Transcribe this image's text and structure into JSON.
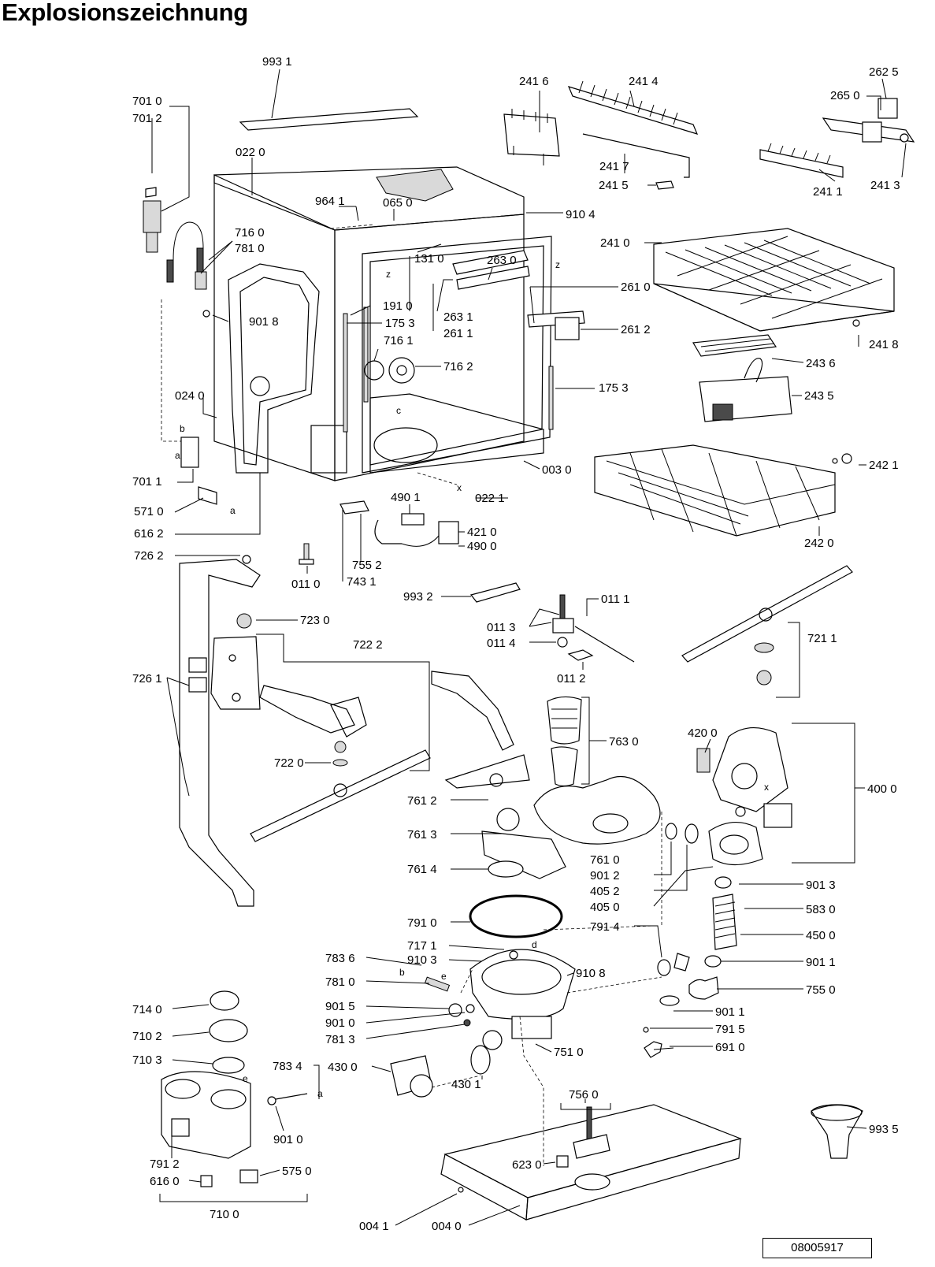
{
  "title": "Explosionszeichnung",
  "drawing_number": "08005917",
  "parts": [
    {
      "id": "p9931",
      "label": "993 1"
    },
    {
      "id": "p7010",
      "label": "701 0"
    },
    {
      "id": "p7012",
      "label": "701 2"
    },
    {
      "id": "p0220",
      "label": "022 0"
    },
    {
      "id": "p9641",
      "label": "964 1"
    },
    {
      "id": "p0650",
      "label": "065 0"
    },
    {
      "id": "p9104",
      "label": "910 4"
    },
    {
      "id": "p2416",
      "label": "241 6"
    },
    {
      "id": "p2414",
      "label": "241 4"
    },
    {
      "id": "p2417",
      "label": "241 7"
    },
    {
      "id": "p2415",
      "label": "241 5"
    },
    {
      "id": "p2625",
      "label": "262 5"
    },
    {
      "id": "p2650",
      "label": "265 0"
    },
    {
      "id": "p2411",
      "label": "241 1"
    },
    {
      "id": "p2413",
      "label": "241 3"
    },
    {
      "id": "p7160",
      "label": "716 0"
    },
    {
      "id": "p7810",
      "label": "781 0"
    },
    {
      "id": "p1310",
      "label": "131 0"
    },
    {
      "id": "p2630",
      "label": "263 0"
    },
    {
      "id": "p2410",
      "label": "241 0"
    },
    {
      "id": "p2610",
      "label": "261 0"
    },
    {
      "id": "p1910",
      "label": "191 0"
    },
    {
      "id": "p9018",
      "label": "901 8"
    },
    {
      "id": "p1753a",
      "label": "175 3"
    },
    {
      "id": "p2631",
      "label": "263 1"
    },
    {
      "id": "p2611",
      "label": "261 1"
    },
    {
      "id": "p2612",
      "label": "261 2"
    },
    {
      "id": "p2418",
      "label": "241 8"
    },
    {
      "id": "p7161",
      "label": "716 1"
    },
    {
      "id": "p7162",
      "label": "716 2"
    },
    {
      "id": "p2436",
      "label": "243 6"
    },
    {
      "id": "p1753b",
      "label": "175 3"
    },
    {
      "id": "p0240",
      "label": "024 0"
    },
    {
      "id": "p2435",
      "label": "243 5"
    },
    {
      "id": "p0030",
      "label": "003 0"
    },
    {
      "id": "p2421",
      "label": "242 1"
    },
    {
      "id": "p7011",
      "label": "701 1"
    },
    {
      "id": "p4901",
      "label": "490 1"
    },
    {
      "id": "p0221",
      "label": "022 1"
    },
    {
      "id": "p5710",
      "label": "571 0"
    },
    {
      "id": "p4210",
      "label": "421 0"
    },
    {
      "id": "p6162",
      "label": "616 2"
    },
    {
      "id": "p4900",
      "label": "490 0"
    },
    {
      "id": "p2420",
      "label": "242 0"
    },
    {
      "id": "p7262",
      "label": "726 2"
    },
    {
      "id": "p7552",
      "label": "755 2"
    },
    {
      "id": "p0110",
      "label": "011 0"
    },
    {
      "id": "p7431",
      "label": "743 1"
    },
    {
      "id": "p9932",
      "label": "993 2"
    },
    {
      "id": "p0111",
      "label": "011 1"
    },
    {
      "id": "p7230",
      "label": "723 0"
    },
    {
      "id": "p0113",
      "label": "011 3"
    },
    {
      "id": "p0114",
      "label": "011 4"
    },
    {
      "id": "p7222",
      "label": "722 2"
    },
    {
      "id": "p7211",
      "label": "721 1"
    },
    {
      "id": "p0112",
      "label": "011 2"
    },
    {
      "id": "p7261",
      "label": "726 1"
    },
    {
      "id": "p4200",
      "label": "420 0"
    },
    {
      "id": "p7630",
      "label": "763 0"
    },
    {
      "id": "p7220",
      "label": "722 0"
    },
    {
      "id": "p4000",
      "label": "400 0"
    },
    {
      "id": "p7612",
      "label": "761 2"
    },
    {
      "id": "p7613",
      "label": "761 3"
    },
    {
      "id": "p7610",
      "label": "761 0"
    },
    {
      "id": "p7614",
      "label": "761 4"
    },
    {
      "id": "p9012",
      "label": "901 2"
    },
    {
      "id": "p4052",
      "label": "405 2"
    },
    {
      "id": "p9013",
      "label": "901 3"
    },
    {
      "id": "p4050",
      "label": "405 0"
    },
    {
      "id": "p7910",
      "label": "791 0"
    },
    {
      "id": "p5830",
      "label": "583 0"
    },
    {
      "id": "p7914",
      "label": "791 4"
    },
    {
      "id": "p4500",
      "label": "450 0"
    },
    {
      "id": "p7171",
      "label": "717 1"
    },
    {
      "id": "p9103",
      "label": "910 3"
    },
    {
      "id": "p7836",
      "label": "783 6"
    },
    {
      "id": "p9011a",
      "label": "901 1"
    },
    {
      "id": "p9108",
      "label": "910 8"
    },
    {
      "id": "p7810b",
      "label": "781 0"
    },
    {
      "id": "p7550",
      "label": "755 0"
    },
    {
      "id": "p7140",
      "label": "714 0"
    },
    {
      "id": "p9015",
      "label": "901 5"
    },
    {
      "id": "p9011b",
      "label": "901 1"
    },
    {
      "id": "p9010a",
      "label": "901 0"
    },
    {
      "id": "p7102",
      "label": "710 2"
    },
    {
      "id": "p7915",
      "label": "791 5"
    },
    {
      "id": "p7813",
      "label": "781 3"
    },
    {
      "id": "p6910",
      "label": "691 0"
    },
    {
      "id": "p7510",
      "label": "751 0"
    },
    {
      "id": "p7103",
      "label": "710 3"
    },
    {
      "id": "p7834",
      "label": "783 4"
    },
    {
      "id": "p4300",
      "label": "430 0"
    },
    {
      "id": "p4301",
      "label": "430 1"
    },
    {
      "id": "p7560",
      "label": "756 0"
    },
    {
      "id": "p9010b",
      "label": "901 0"
    },
    {
      "id": "p9935",
      "label": "993 5"
    },
    {
      "id": "p7912",
      "label": "791 2"
    },
    {
      "id": "p6230",
      "label": "623 0"
    },
    {
      "id": "p5750",
      "label": "575 0"
    },
    {
      "id": "p6160",
      "label": "616 0"
    },
    {
      "id": "p7100",
      "label": "710 0"
    },
    {
      "id": "p0041",
      "label": "004 1"
    },
    {
      "id": "p0040",
      "label": "004 0"
    }
  ],
  "markers": {
    "a": "a",
    "b": "b",
    "c": "c",
    "d": "d",
    "e": "e",
    "x": "x",
    "z": "z"
  }
}
